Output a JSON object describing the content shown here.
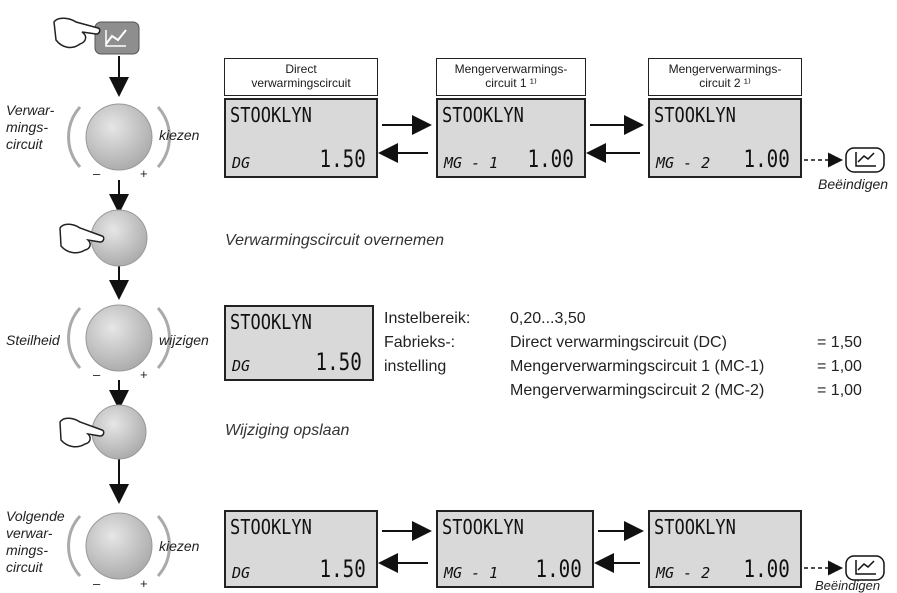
{
  "side_labels": {
    "select_circuit": [
      "Verwar-",
      "mings-",
      "circuit"
    ],
    "slope": "Steilheid",
    "next_circuit": [
      "Volgende",
      "verwar-",
      "mings-",
      "circuit"
    ]
  },
  "actions": {
    "kiezen": "kiezen",
    "wijzigen": "wijzigen"
  },
  "steps": {
    "accept": "Verwarmingscircuit overnemen",
    "save": "Wijziging opslaan"
  },
  "headers": {
    "direct": [
      "Direct",
      "verwarmingscircuit"
    ],
    "mixer1": [
      "Mengerverwarmings-",
      "circuit 1 ¹⁾"
    ],
    "mixer2": [
      "Mengerverwarmings-",
      "circuit 2 ¹⁾"
    ]
  },
  "lcd": {
    "top": "STOOKLYN",
    "dg": "DG",
    "mg1": "MG - 1",
    "mg2": "MG - 2",
    "dg_value": "1.50",
    "mg_value": "1.00"
  },
  "end_label": "Beëindigen",
  "settings": {
    "range_label": "Instelbereik:",
    "range_value": "0,20...3,50",
    "factory_label": "Fabrieks-:",
    "factory_label2": "instelling",
    "rows": [
      {
        "name": "Direct verwarmingscircuit (DC)",
        "value": "= 1,50"
      },
      {
        "name": "Mengerverwarmingscircuit 1 (MC-1)",
        "value": "= 1,00"
      },
      {
        "name": "Mengerverwarmingscircuit 2 (MC-2)",
        "value": "= 1,00"
      }
    ]
  },
  "colors": {
    "knob": "#c2c2c2",
    "lcd_bg": "#d9d9d9",
    "button": "#8e8e8e"
  },
  "icons": {
    "hand": "pointing-hand-icon",
    "knob": "rotary-knob-icon",
    "curve": "heating-curve-icon"
  }
}
